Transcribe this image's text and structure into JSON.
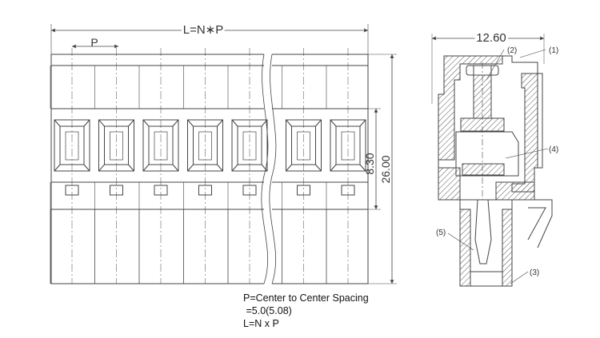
{
  "front_view": {
    "overall_dim": "L=N∗P",
    "pitch_dim": "P",
    "height_dim_outer": "26.00",
    "height_dim_inner": "8.30",
    "pole_count_shown": 7
  },
  "side_view": {
    "width_dim": "12.60",
    "callouts": [
      "(1)",
      "(2)",
      "(3)",
      "(4)",
      "(5)"
    ]
  },
  "notes": {
    "line1": "P=Center to Center Spacing",
    "line2": " =5.0(5.08)",
    "line3": "L=N x P"
  }
}
